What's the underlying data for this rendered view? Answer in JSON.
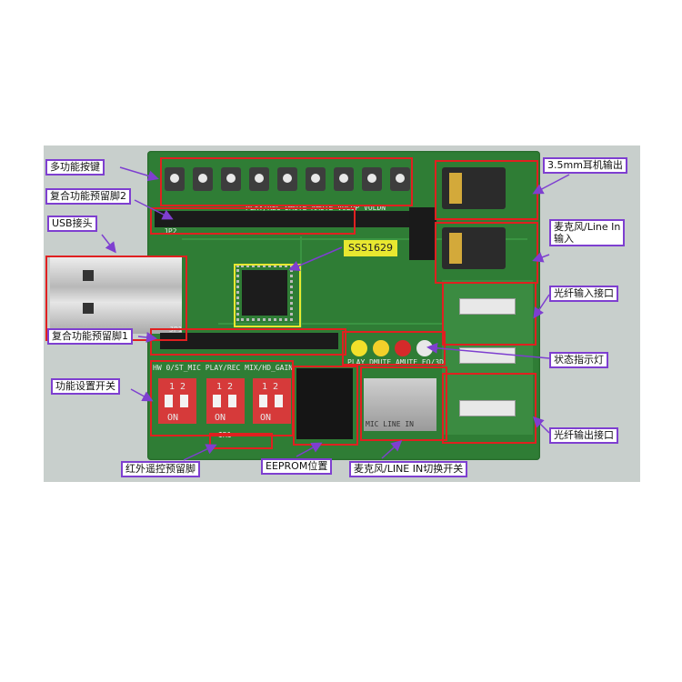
{
  "labels": {
    "multi_keys": "多功能按键",
    "reserve_pin2": "复合功能预留脚2",
    "usb": "USB接头",
    "chip": "SSS1629",
    "reserve_pin1": "复合功能预留脚1",
    "func_switch": "功能设置开关",
    "ir_reserve": "红外遥控预留脚",
    "eeprom": "EEPROM位置",
    "mic_line_switch": "麦克风/LINE IN切换开关",
    "headphone_out": "3.5mm耳机输出",
    "mic_line_in_1": "麦克风/Line In",
    "mic_line_in_2": "输入",
    "fiber_in": "光纤输入接口",
    "status_led": "状态指示灯",
    "fiber_out": "光纤输出接口"
  },
  "silkscreen": {
    "jp2": "JP2",
    "jp1": "JP1",
    "sw_row": "HW 0/ST_MIC PLAY/REC MIX/HD_GAIN",
    "led_row": "PLAY DMUTE AMUTE EQ/3D",
    "mic_line": "MIC    LINE IN",
    "ir1": "IR1",
    "key_row": "PLAY/REC  DMUTE  AMUTE  VOLUP  VOLDN",
    "dip_nums": "1 2",
    "dip_on": "ON"
  },
  "colors": {
    "annotation_box": "#e02020",
    "label_border": "#7e3fd0",
    "chip_box": "#e8e830",
    "board": "#2f7d35"
  }
}
